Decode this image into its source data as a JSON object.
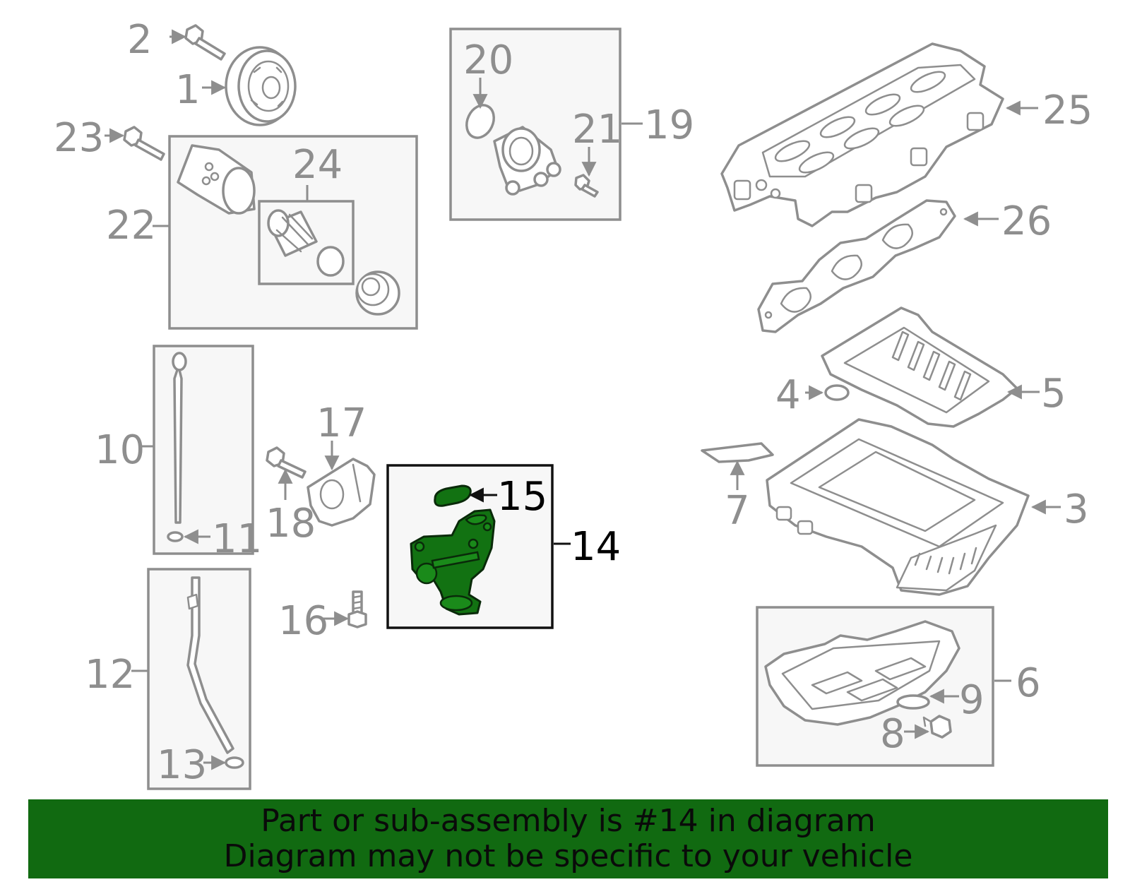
{
  "labels": {
    "p1": "1",
    "p2": "2",
    "p3": "3",
    "p4": "4",
    "p5": "5",
    "p6": "6",
    "p7": "7",
    "p8": "8",
    "p9": "9",
    "p10": "10",
    "p11": "11",
    "p12": "12",
    "p13": "13",
    "p14": "14",
    "p15": "15",
    "p16": "16",
    "p17": "17",
    "p18": "18",
    "p19": "19",
    "p20": "20",
    "p21": "21",
    "p22": "22",
    "p23": "23",
    "p24": "24",
    "p25": "25",
    "p26": "26"
  },
  "highlight": {
    "part_number": "14",
    "color": "#127212"
  },
  "colors": {
    "line": "#8e8e8e",
    "banner": "#116a11"
  },
  "banner": {
    "line1": "Part or sub-assembly is #14 in diagram",
    "line2": "Diagram may not be specific to your vehicle"
  }
}
